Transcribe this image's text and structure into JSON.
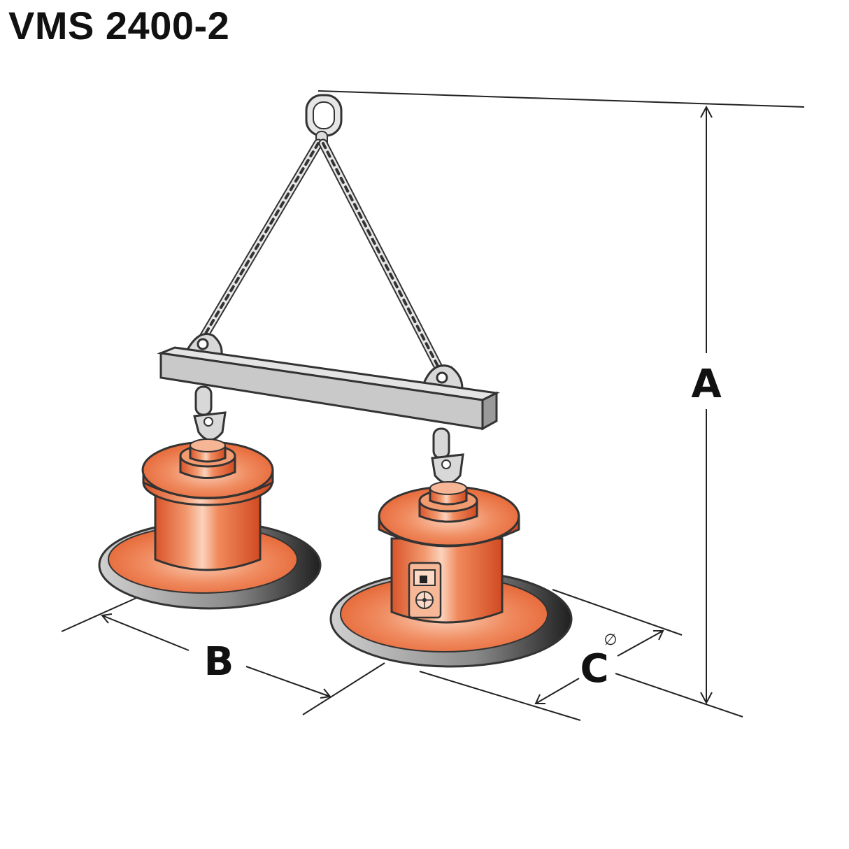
{
  "title": "VMS 2400-2",
  "dimensions": {
    "a": "A",
    "b": "B",
    "c": "C",
    "diameter_symbol": "∅"
  },
  "colors": {
    "magnet_orange": "#e8663a",
    "magnet_highlight": "#f7c3a6",
    "beam_gray": "#c8c8c8",
    "outline": "#333333",
    "plate_dark": "#3a3a3a"
  },
  "icons": [
    "lifting-eye-icon",
    "chain-icon",
    "shackle-icon",
    "control-panel-icon"
  ]
}
